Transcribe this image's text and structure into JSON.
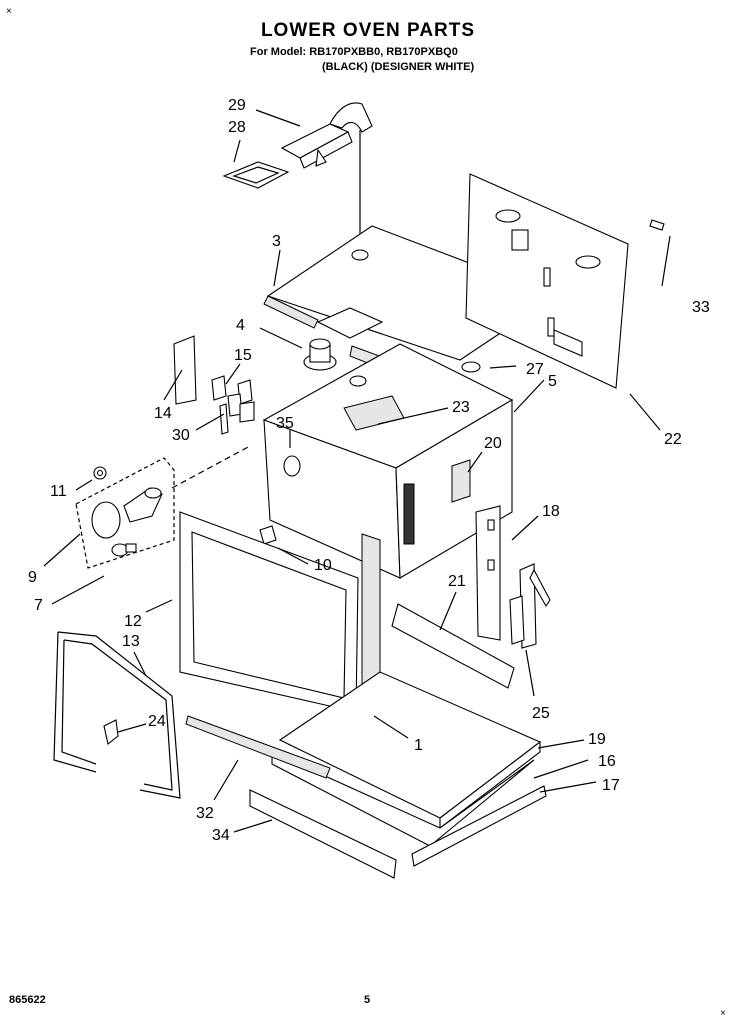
{
  "header": {
    "title": "LOWER OVEN PARTS",
    "model_line": "For Model: RB170PXBB0, RB170PXBQ0",
    "finish_line": "(BLACK)  (DESIGNER WHITE)"
  },
  "footer": {
    "doc_number": "865622",
    "page_number": "5"
  },
  "callouts": {
    "c1": "1",
    "c3": "3",
    "c4": "4",
    "c5": "5",
    "c7": "7",
    "c9": "9",
    "c10": "10",
    "c11": "11",
    "c12": "12",
    "c13": "13",
    "c14": "14",
    "c15": "15",
    "c16": "16",
    "c17": "17",
    "c18": "18",
    "c19": "19",
    "c20": "20",
    "c21": "21",
    "c22": "22",
    "c23": "23",
    "c24": "24",
    "c25": "25",
    "c27": "27",
    "c28": "28",
    "c29": "29",
    "c30": "30",
    "c32": "32",
    "c33": "33",
    "c34": "34",
    "c35": "35"
  }
}
